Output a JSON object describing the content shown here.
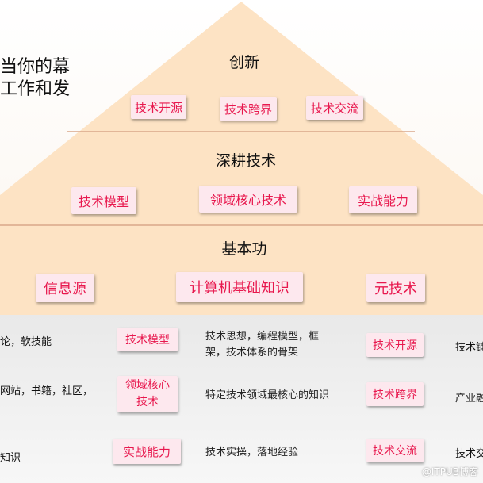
{
  "left_text": {
    "line1": "当你的幕",
    "line2": "工作和发"
  },
  "pyramid": {
    "top": {
      "title": "创新",
      "tags": [
        "技术开源",
        "技术跨界",
        "技术交流"
      ]
    },
    "middle": {
      "title": "深耕技术",
      "tags": [
        "技术模型",
        "领域核心技术",
        "实战能力"
      ]
    },
    "base": {
      "title": "基本功",
      "tags": [
        "信息源",
        "计算机基础知识",
        "元技术"
      ]
    }
  },
  "table": {
    "rows": [
      {
        "left": "论，软技能",
        "tag": "技术模型",
        "desc": "技术思想，编程模型，框架，技术体系的骨架",
        "tag2": "技术开源",
        "right": "技术铺"
      },
      {
        "left": "网站，书籍，社区，",
        "tag": "领域核心技术",
        "desc": "特定技术领域最核心的知识",
        "tag2": "技术跨界",
        "right": "产业融"
      },
      {
        "left": "知识",
        "tag": "实战能力",
        "desc": "技术实操，落地经验",
        "tag2": "技术交流",
        "right": "技术交"
      }
    ]
  },
  "watermark": "@ITPUB博客",
  "colors": {
    "pyramid_fill": "#fde3c4",
    "tag_text": "#e8184e",
    "tag_bg": "#fde8ee",
    "divider": "#d9a88a"
  }
}
